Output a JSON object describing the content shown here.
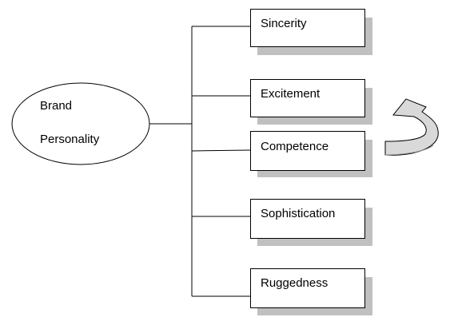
{
  "root": {
    "line1": "Brand",
    "line2": "Personality"
  },
  "traits": [
    {
      "label": "Sincerity"
    },
    {
      "label": "Excitement"
    },
    {
      "label": "Competence"
    },
    {
      "label": "Sophistication"
    },
    {
      "label": "Ruggedness"
    }
  ],
  "colors": {
    "stroke": "#000000",
    "shadow": "#c0c0c0",
    "arrow_fill": "#d9d9d9"
  },
  "icons": {
    "arrow": "curved-arrow-icon"
  }
}
